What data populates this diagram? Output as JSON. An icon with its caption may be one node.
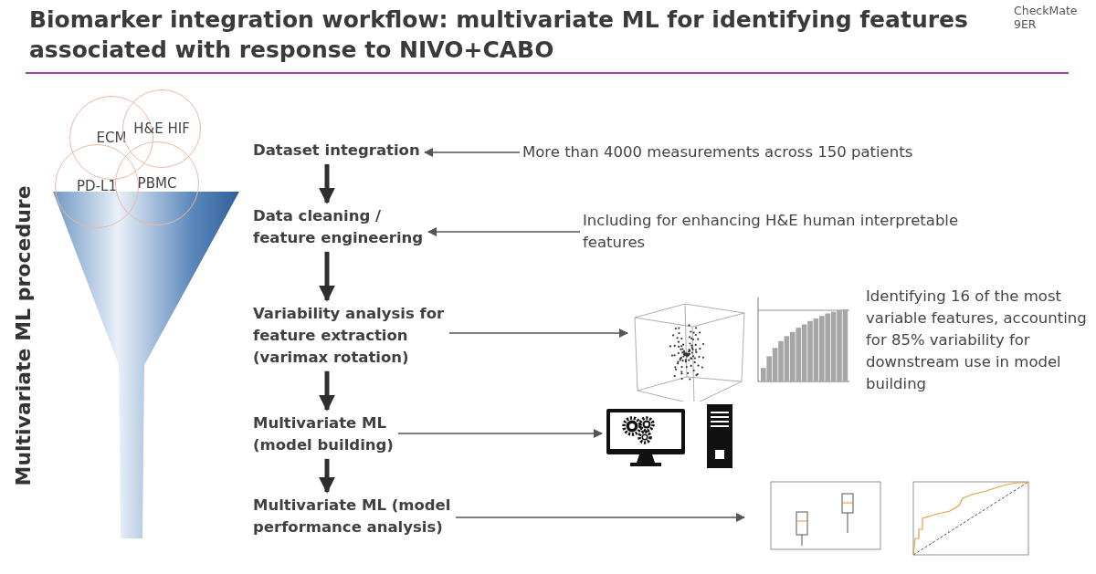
{
  "diagram": {
    "title": "Biomarker integration workflow: multivariate ML for identifying features associated with response to NIVO+CABO",
    "nodes": [
      {
        "text": [
          "ECM"
        ]
      },
      {
        "text": [
          "H&E HIF"
        ]
      },
      {
        "text": [
          "PD-L1"
        ]
      },
      {
        "text": [
          "PBMC"
        ]
      },
      {
        "text": [
          "Dataset integration"
        ]
      },
      {
        "text": [
          "Data cleaning / feature engineering"
        ]
      },
      {
        "text": [
          "Variability analysis for feature extraction (varimax rotation)"
        ]
      },
      {
        "text": [
          "Multivariate ML (model building)"
        ]
      },
      {
        "text": [
          "Multivariate ML (model performance analysis)"
        ]
      },
      {
        "text": [
          "More than 4000 measurements across 150 patients"
        ]
      },
      {
        "text": [
          "Including for enhancing H&E human interpretable features"
        ]
      },
      {
        "text": [],
        "shape": "picture"
      },
      {
        "text": [],
        "shape": "picture"
      },
      {
        "text": [],
        "shape": "picture"
      }
    ],
    "edges": [
      {
        "from": 4,
        "to": 5,
        "arrow": "to",
        "style": "thick"
      },
      {
        "from": 5,
        "to": 6,
        "arrow": "to",
        "style": "thick"
      },
      {
        "from": 6,
        "to": 7,
        "arrow": "to",
        "style": "thick"
      },
      {
        "from": 7,
        "to": 8,
        "arrow": "to",
        "style": "thick"
      },
      {
        "from": 9,
        "to": 4,
        "arrow": "to"
      },
      {
        "from": 10,
        "to": 5,
        "arrow": "to"
      },
      {
        "from": 6,
        "to": 11,
        "arrow": "to"
      },
      {
        "from": 7,
        "to": 12,
        "arrow": "to"
      },
      {
        "from": 8,
        "to": 13,
        "arrow": "to"
      }
    ],
    "labels": [
      "CheckMate 9ER",
      "Multivariate ML procedure",
      "Identifying 16 of the most variable features, accounting for 85% variability for downstream use in model building"
    ]
  }
}
